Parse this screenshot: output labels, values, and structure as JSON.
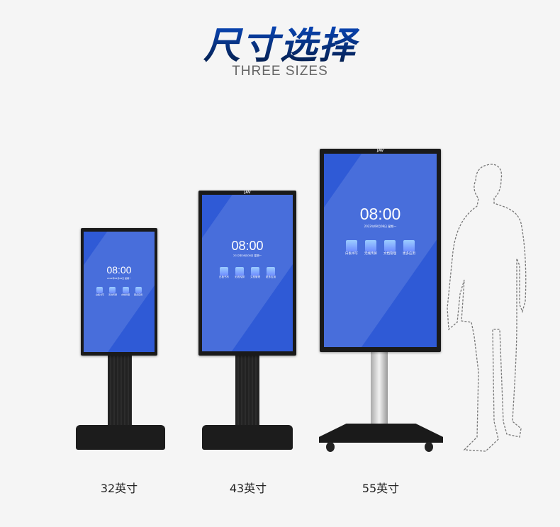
{
  "header": {
    "title": "尺寸选择",
    "subtitle": "THREE SIZES"
  },
  "screen": {
    "brand": "JAV",
    "time": "08:00",
    "date": "2022年08月08日 星期一",
    "apps": [
      "白板书写",
      "无线传屏",
      "文档管理",
      "更多应用"
    ]
  },
  "sizes": [
    {
      "label": "32英寸"
    },
    {
      "label": "43英寸"
    },
    {
      "label": "55英寸"
    }
  ]
}
